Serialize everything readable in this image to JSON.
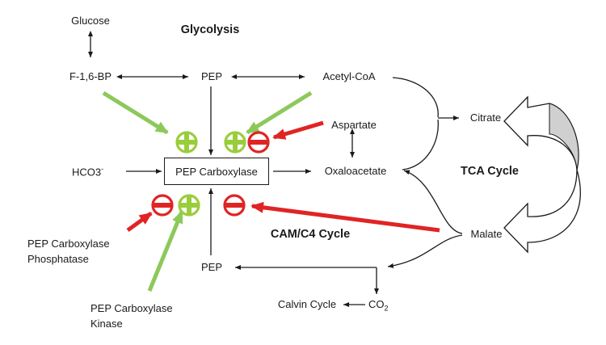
{
  "diagram": {
    "headings": {
      "glycolysis": "Glycolysis",
      "tca_cycle": "TCA Cycle",
      "cam_c4_cycle": "CAM/C4 Cycle"
    },
    "nodes": {
      "glucose": "Glucose",
      "f16bp": "F-1,6-BP",
      "pep_top": "PEP",
      "acetyl_coa": "Acetyl-CoA",
      "citrate": "Citrate",
      "aspartate": "Aspartate",
      "hco3": "HCO3",
      "hco3_superscript": "-",
      "pep_carboxylase": "PEP Carboxylase",
      "oxaloacetate": "Oxaloacetate",
      "malate": "Malate",
      "pep_bottom": "PEP",
      "calvin_cycle": "Calvin Cycle",
      "co2": "CO",
      "co2_subscript": "2",
      "pep_carboxylase_phosphatase": [
        "PEP Carboxylase",
        "Phosphatase"
      ],
      "pep_carboxylase_kinase": [
        "PEP Carboxylase",
        "Kinase"
      ]
    },
    "regulation": {
      "top": [
        {
          "type": "activation",
          "symbol": "plus",
          "source": "F-1,6-BP"
        },
        {
          "type": "activation",
          "symbol": "plus",
          "source": "Acetyl-CoA"
        },
        {
          "type": "inhibition",
          "symbol": "minus",
          "source": "Aspartate"
        }
      ],
      "bottom": [
        {
          "type": "inhibition",
          "symbol": "minus",
          "source": "PEP Carboxylase Phosphatase"
        },
        {
          "type": "activation",
          "symbol": "plus",
          "source": "PEP Carboxylase Kinase"
        },
        {
          "type": "inhibition",
          "symbol": "minus",
          "source": "Malate"
        }
      ]
    },
    "colors": {
      "activation": "#9acd3c",
      "activation_arrow": "#8cc95a",
      "inhibition": "#e02424",
      "line": "#1a1a1a",
      "tca_arrow_fill": "#d0d0d0"
    }
  }
}
